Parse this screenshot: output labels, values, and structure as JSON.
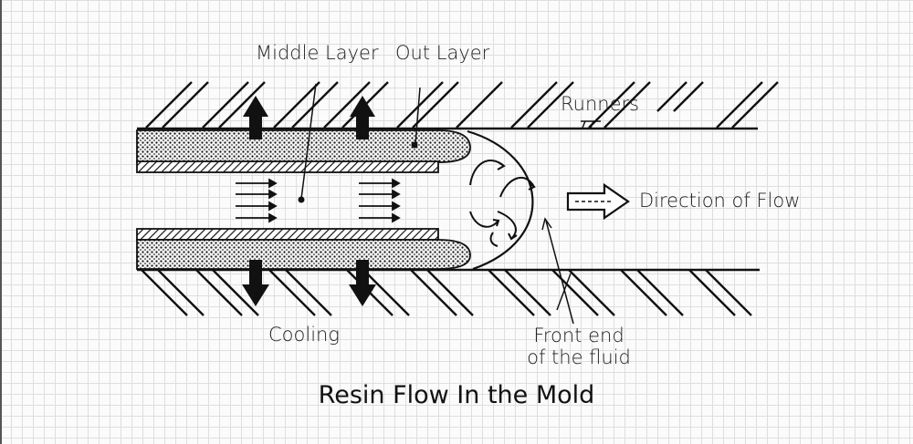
{
  "labels": {
    "middle_layer": "Middle Layer",
    "out_layer": "Out Layer",
    "runners": "Runners",
    "direction_of_flow": "Direction of Flow",
    "cooling": "Cooling",
    "front_end_line1": "Front end",
    "front_end_line2": "of the fluid"
  },
  "caption": "Resin Flow In the Mold"
}
